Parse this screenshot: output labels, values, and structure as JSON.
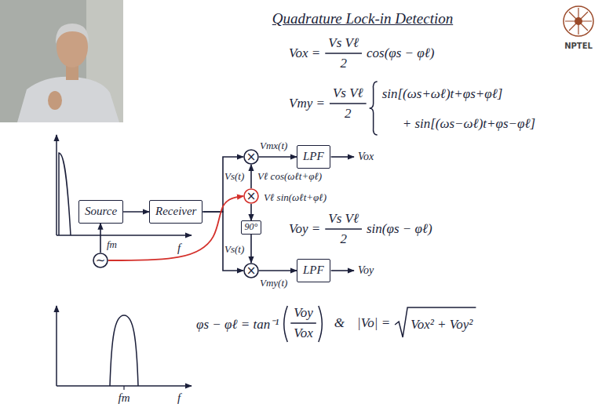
{
  "diagram": {
    "title": "Quadrature Lock-in Detection",
    "nodes": [
      {
        "text": [
          "Source"
        ]
      },
      {
        "text": [
          "Receiver"
        ]
      },
      {
        "text": [
          "~"
        ]
      },
      {
        "text": [
          "×"
        ]
      },
      {
        "text": [
          "×"
        ]
      },
      {
        "text": [
          "90°"
        ]
      },
      {
        "text": [
          "×"
        ]
      },
      {
        "text": [
          "LPF"
        ]
      },
      {
        "text": [
          "LPF"
        ]
      }
    ],
    "edges": [
      {
        "from": 0,
        "to": 1,
        "arrow": "to"
      },
      {
        "from": 2,
        "to": 0,
        "arrow": "to",
        "label": "fm"
      },
      {
        "from": 1,
        "to": 3,
        "arrow": "to",
        "label": "Vs(t)"
      },
      {
        "from": 1,
        "to": 6,
        "arrow": "to",
        "label": "Vs(t)"
      },
      {
        "from": 2,
        "to": 4,
        "arrow": "to"
      },
      {
        "from": 4,
        "to": 3,
        "arrow": "to",
        "label": "Vℓ cos(ωℓt+φℓ)"
      },
      {
        "from": 4,
        "to": 5,
        "arrow": "to"
      },
      {
        "from": 5,
        "to": 6,
        "arrow": "to"
      },
      {
        "from": 3,
        "to": 7,
        "arrow": "to",
        "label": "Vmx(t)"
      },
      {
        "from": 6,
        "to": 8,
        "arrow": "to",
        "label": "Vmy(t)"
      }
    ],
    "labels": [
      "NPTEL",
      "Vox =",
      "Vs Vℓ",
      "2",
      "cos(φs − φℓ)",
      "Vmy =",
      "Vs Vℓ",
      "2",
      "sin[(ωs+ωℓ)t+φs+φℓ]",
      "+ sin[(ωs−ωℓ)t+φs−φℓ]",
      "Voy =",
      "Vs Vℓ",
      "2",
      "sin(φs − φℓ)",
      "Vox",
      "Vℓ sin(ωℓt+φℓ)",
      "Voy",
      "f",
      "f",
      "fm",
      "φs − φℓ = tan⁻¹",
      "Voy",
      "Vox",
      "&",
      "|Vo| =",
      "Vox² + Voy²"
    ]
  }
}
